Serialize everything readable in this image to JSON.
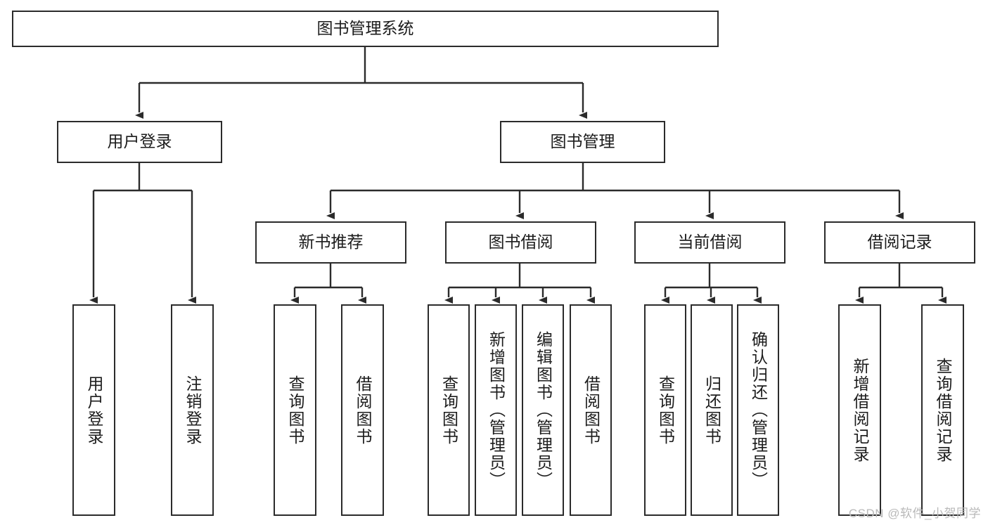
{
  "diagram": {
    "title": "图书管理系统",
    "type": "tree-hierarchy",
    "root": {
      "label": "图书管理系统"
    },
    "level2": [
      {
        "label": "用户登录"
      },
      {
        "label": "图书管理"
      }
    ],
    "level3": [
      {
        "label": "新书推荐"
      },
      {
        "label": "图书借阅"
      },
      {
        "label": "当前借阅"
      },
      {
        "label": "借阅记录"
      }
    ],
    "leaves_user_login": [
      {
        "label": "用户登录"
      },
      {
        "label": "注销登录"
      }
    ],
    "leaves_new_books": [
      {
        "label": "查询图书"
      },
      {
        "label": "借阅图书"
      }
    ],
    "leaves_borrow": [
      {
        "label": "查询图书"
      },
      {
        "label": "新增图书（管理员）"
      },
      {
        "label": "编辑图书（管理员）"
      },
      {
        "label": "借阅图书"
      }
    ],
    "leaves_current": [
      {
        "label": "查询图书"
      },
      {
        "label": "归还图书"
      },
      {
        "label": "确认归还（管理员）"
      }
    ],
    "leaves_records": [
      {
        "label": "新增借阅记录"
      },
      {
        "label": "查询借阅记录"
      }
    ]
  },
  "watermark": {
    "text": "CSDN @软件_小贺同学"
  },
  "colors": {
    "stroke": "#2b2b2b",
    "fill": "#ffffff",
    "text": "#1c1c1c",
    "watermark": "#b9b9b9"
  }
}
